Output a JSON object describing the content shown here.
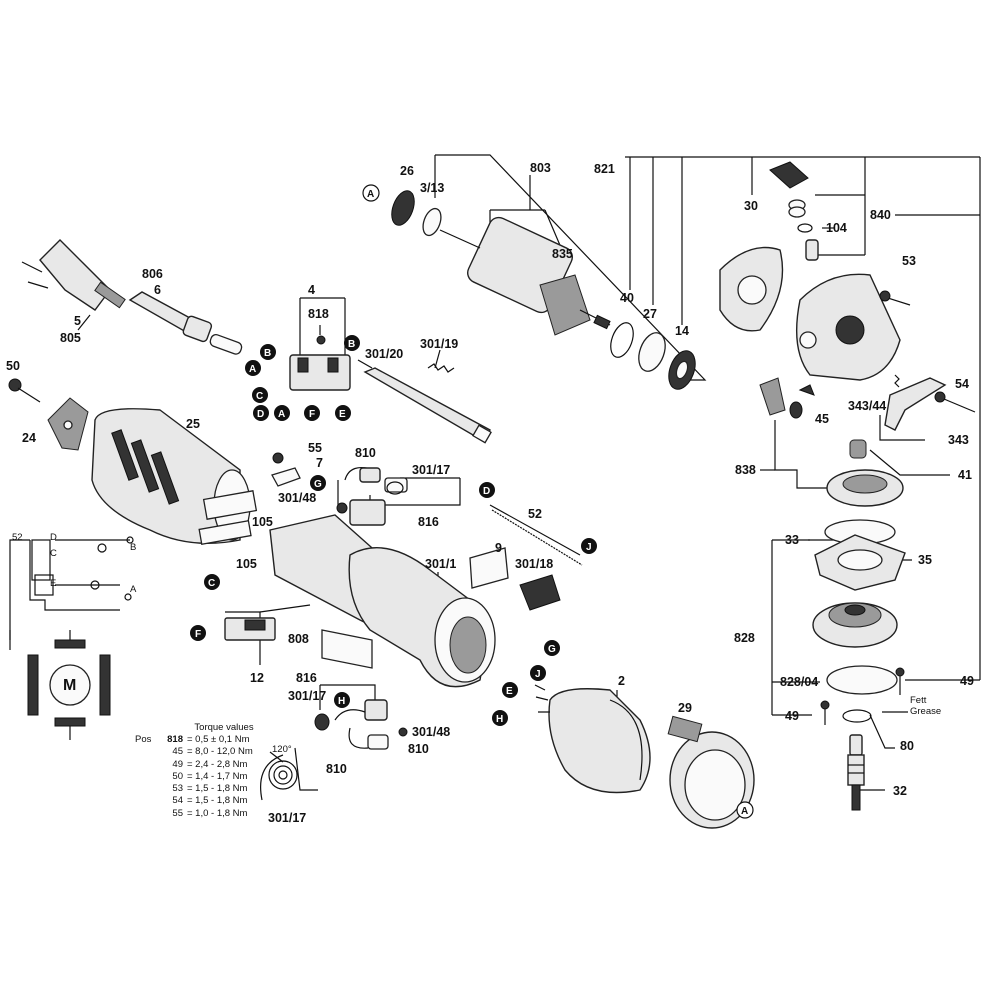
{
  "labels": {
    "l26": "26",
    "l3_13": "3/13",
    "l803": "803",
    "l821": "821",
    "l30": "30",
    "l840": "840",
    "l104": "104",
    "l835": "835",
    "l53": "53",
    "l40": "40",
    "l27": "27",
    "l14": "14",
    "l806": "806",
    "l6": "6",
    "l5": "5",
    "l805": "805",
    "l4": "4",
    "l818": "818",
    "l301_20": "301/20",
    "l301_19": "301/19",
    "l50": "50",
    "l24": "24",
    "l25": "25",
    "l54": "54",
    "l343_44": "343/44",
    "l45": "45",
    "l343": "343",
    "l55": "55",
    "l7": "7",
    "l810a": "810",
    "l301_17a": "301/17",
    "l301_48a": "301/48",
    "l816a": "816",
    "l838": "838",
    "l41": "41",
    "l105a": "105",
    "l105b": "105",
    "l52a": "52",
    "l9": "9",
    "l301_1": "301/1",
    "l301_18": "301/18",
    "l33": "33",
    "l35": "35",
    "l828": "828",
    "l12": "12",
    "l808": "808",
    "l2": "2",
    "l816b": "816",
    "l301_17b": "301/17",
    "l301_48b": "301/48",
    "l810b": "810",
    "l29": "29",
    "l828_04": "828/04",
    "l49a": "49",
    "l49b": "49",
    "l80": "80",
    "l810c": "810",
    "l301_17c": "301/17",
    "l32": "32",
    "l52b": "52",
    "l120": "120°",
    "fett": "Fett",
    "grease": "Grease",
    "wD": "D",
    "wB": "B",
    "wE": "E",
    "wA": "A",
    "wC": "C",
    "wM": "M"
  },
  "callouts": {
    "A": "A",
    "B": "B",
    "C": "C",
    "D": "D",
    "E": "E",
    "F": "F",
    "G": "G",
    "H": "H",
    "J": "J"
  },
  "torque": {
    "title": "Torque values",
    "pos_label": "Pos",
    "rows": [
      {
        "pos": "818",
        "value": "= 0,5 ± 0,1 Nm"
      },
      {
        "pos": "45",
        "value": "= 8,0 - 12,0 Nm"
      },
      {
        "pos": "49",
        "value": "= 2,4 - 2,8 Nm"
      },
      {
        "pos": "50",
        "value": "= 1,4 - 1,7 Nm"
      },
      {
        "pos": "53",
        "value": "= 1,5 - 1,8 Nm"
      },
      {
        "pos": "54",
        "value": "= 1,5 - 1,8 Nm"
      },
      {
        "pos": "55",
        "value": "= 1,0 - 1,8 Nm"
      }
    ]
  }
}
